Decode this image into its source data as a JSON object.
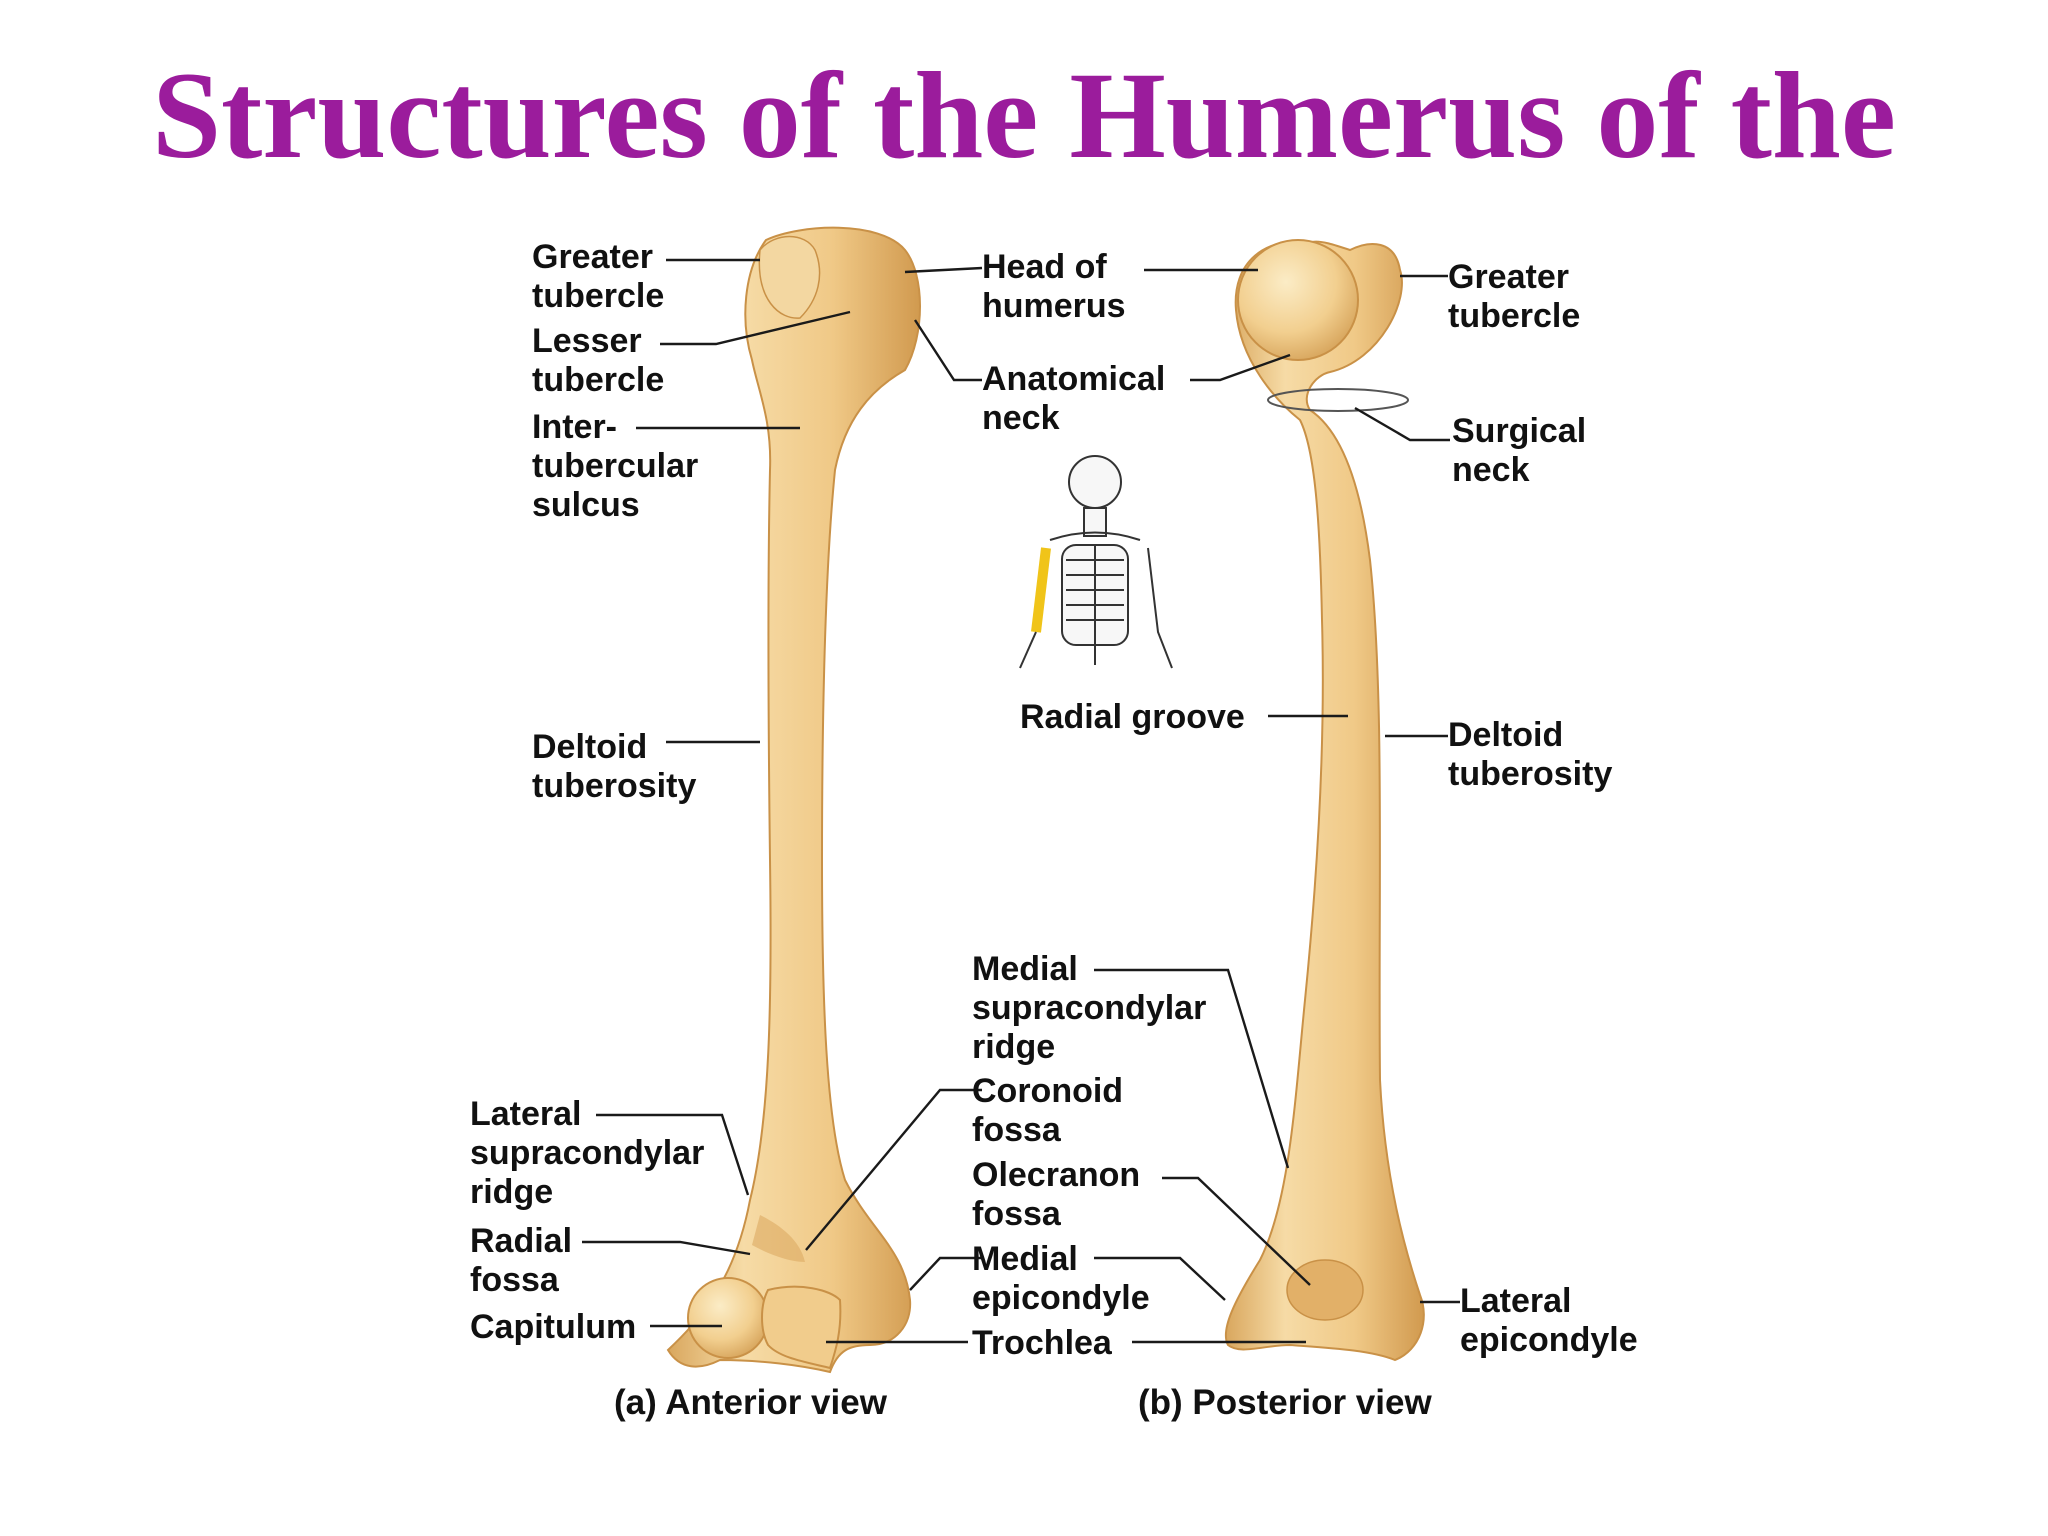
{
  "title": "Structures of the Humerus of the",
  "colors": {
    "title": "#9b1c9c",
    "bone": "#f2cf8f",
    "bone_shadow": "#d9a75e",
    "highlight": "#f0c419",
    "text": "#111111"
  },
  "captions": {
    "anterior": "(a) Anterior view",
    "posterior": "(b) Posterior view"
  },
  "anterior_labels": {
    "greater_tubercle": [
      "Greater",
      "tubercle"
    ],
    "lesser_tubercle": [
      "Lesser",
      "tubercle"
    ],
    "intertubercular_sulcus": [
      "Inter-",
      "tubercular",
      "sulcus"
    ],
    "deltoid_tuberosity": [
      "Deltoid",
      "tuberosity"
    ],
    "lateral_supracondylar_ridge": [
      "Lateral",
      "supracondylar",
      "ridge"
    ],
    "radial_fossa": [
      "Radial",
      "fossa"
    ],
    "capitulum": [
      "Capitulum"
    ]
  },
  "center_labels": {
    "head_of_humerus": [
      "Head of",
      "humerus"
    ],
    "anatomical_neck": [
      "Anatomical",
      "neck"
    ],
    "radial_groove": [
      "Radial groove"
    ],
    "medial_supracondylar_ridge": [
      "Medial",
      "supracondylar",
      "ridge"
    ],
    "coronoid_fossa": [
      "Coronoid",
      "fossa"
    ],
    "olecranon_fossa": [
      "Olecranon",
      "fossa"
    ],
    "medial_epicondyle": [
      "Medial",
      "epicondyle"
    ],
    "trochlea": [
      "Trochlea"
    ]
  },
  "posterior_labels": {
    "greater_tubercle": [
      "Greater",
      "tubercle"
    ],
    "surgical_neck": [
      "Surgical",
      "neck"
    ],
    "deltoid_tuberosity": [
      "Deltoid",
      "tuberosity"
    ],
    "lateral_epicondyle": [
      "Lateral",
      "epicondyle"
    ]
  }
}
